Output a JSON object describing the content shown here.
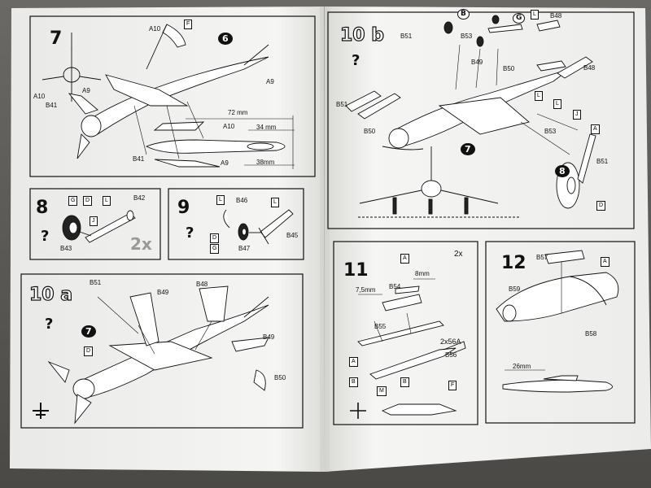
{
  "booklet": {
    "left_page": {
      "panel_7": {
        "step": "7",
        "question": "",
        "labels": {
          "a10_top": "A10",
          "f_tag": "F",
          "callout": "6",
          "a10_left": "A10",
          "b41_left": "B41",
          "a9_left": "A9",
          "a9_right": "A9",
          "b41_bottom": "B41",
          "a10_mid": "A10",
          "a9_bottom": "A9"
        },
        "dimensions": [
          "72 mm",
          "34 mm",
          "38mm"
        ]
      },
      "panel_8": {
        "step": "8",
        "question": "?",
        "labels": {
          "g": "G",
          "d": "D",
          "l": "L",
          "j": "J",
          "b42": "B42",
          "b43": "B43"
        },
        "multiplier": "2x"
      },
      "panel_9": {
        "step": "9",
        "question": "?",
        "labels": {
          "l1": "L",
          "b46": "B46",
          "l2": "L",
          "d": "D",
          "g": "G",
          "b47": "B47",
          "b45": "B45"
        }
      },
      "panel_10a": {
        "step": "10 a",
        "question": "?",
        "labels": {
          "b51": "B51",
          "b49_top": "B49",
          "b48": "B48",
          "callout": "7",
          "d": "D",
          "b49_right": "B49",
          "b50": "B50"
        }
      }
    },
    "right_page": {
      "panel_10b": {
        "step": "10 b",
        "question": "?",
        "labels": {
          "b_circle": "B",
          "g_circle": "G",
          "l_tag": "L",
          "b48_top": "B48",
          "b51_top": "B51",
          "b53_top": "B53",
          "b49": "B49",
          "b50_mid": "B50",
          "b48_right": "B48",
          "b51_left": "B51",
          "b50_left": "B50",
          "l_mid": "L",
          "l_right": "L",
          "j": "J",
          "a": "A",
          "b53_right": "B53",
          "b51_right": "B51",
          "d": "D",
          "callout_7": "7",
          "callout_8": "8"
        }
      },
      "panel_11": {
        "step": "11",
        "multiplier": "2x",
        "labels": {
          "a_top": "A",
          "b54": "B54",
          "b55": "B55",
          "a_left": "A",
          "b_left": "B",
          "m": "M",
          "b_mid": "B",
          "f": "F",
          "b56": "B56",
          "missile_count": "2x56A"
        },
        "dimensions": [
          "7,5mm",
          "8mm"
        ]
      },
      "panel_12": {
        "step": "12",
        "labels": {
          "b57": "B57",
          "a": "A",
          "b59": "B59",
          "b58": "B58"
        },
        "dimensions": [
          "26mm"
        ]
      }
    }
  },
  "colors": {
    "paper": "#f4f4f2",
    "ink": "#111111",
    "background": "#5b5a57"
  }
}
